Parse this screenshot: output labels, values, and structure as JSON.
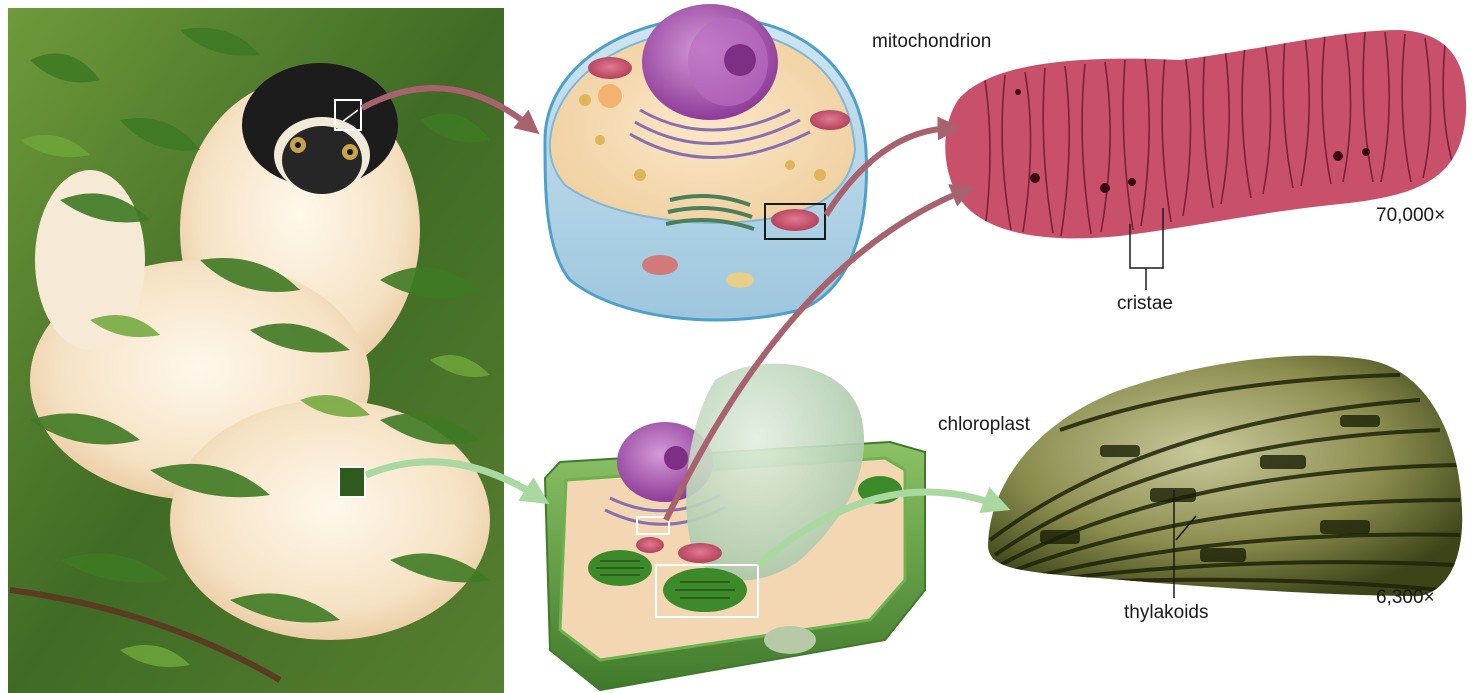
{
  "labels": {
    "mitochondrion": "mitochondrion",
    "cristae": "cristae",
    "mito_magnification": "70,000×",
    "chloroplast": "chloroplast",
    "thylakoids": "thylakoids",
    "chloro_magnification": "6,300×"
  },
  "colors": {
    "arrow_mito": "#a8626e",
    "arrow_chloro": "#a9d9a0",
    "mito_tissue": "#c9506a",
    "chloro_tissue": "#5f6b2e",
    "cell_membrane": "#4fa0c8",
    "plant_wall": "#5da142",
    "nucleus": "#a04aa8"
  },
  "pictures": {
    "organism": "lemur-in-foliage",
    "animal_cell": "animal-cell-cutaway",
    "plant_cell": "plant-cell-cutaway",
    "mito_micrograph": "mitochondrion-micrograph",
    "chloro_micrograph": "chloroplast-micrograph"
  }
}
